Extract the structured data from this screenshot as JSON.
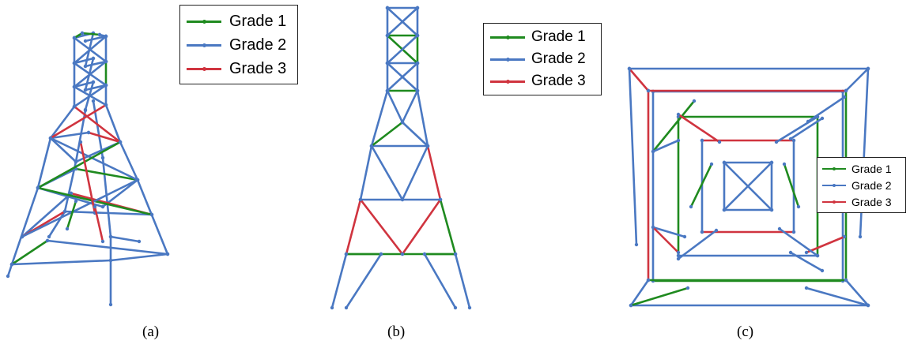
{
  "colors": {
    "grade1": "#1f8a1f",
    "grade2": "#4a78c2",
    "grade3": "#d0343f",
    "node": "#4a78c2"
  },
  "panels": [
    {
      "label": "(a)",
      "view": "perspective"
    },
    {
      "label": "(b)",
      "view": "side elevation"
    },
    {
      "label": "(c)",
      "view": "top plan"
    }
  ],
  "legends": [
    {
      "panel": "(a)",
      "entries": [
        {
          "label": "Grade 1",
          "color_key": "grade1"
        },
        {
          "label": "Grade 2",
          "color_key": "grade2"
        },
        {
          "label": "Grade 3",
          "color_key": "grade3"
        }
      ]
    },
    {
      "panel": "(b)",
      "entries": [
        {
          "label": "Grade 1",
          "color_key": "grade1"
        },
        {
          "label": "Grade 2",
          "color_key": "grade2"
        },
        {
          "label": "Grade 3",
          "color_key": "grade3"
        }
      ]
    },
    {
      "panel": "(c)",
      "entries": [
        {
          "label": "Grade 1",
          "color_key": "grade1"
        },
        {
          "label": "Grade 2",
          "color_key": "grade2"
        },
        {
          "label": "Grade 3",
          "color_key": "grade3"
        }
      ]
    }
  ]
}
